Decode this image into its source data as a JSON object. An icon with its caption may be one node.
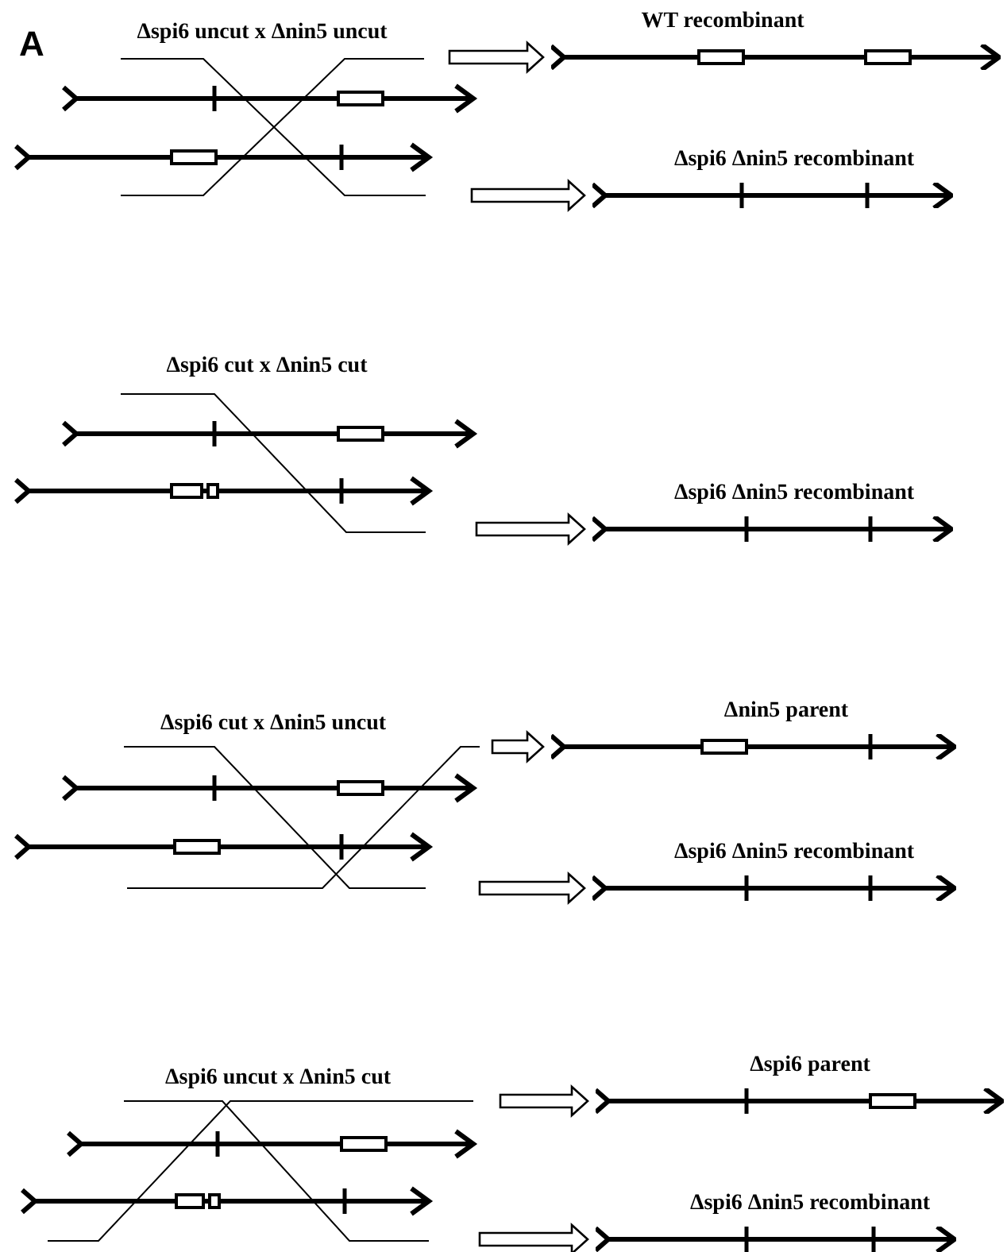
{
  "diagram": {
    "nodes": [
      {
        "text": [
          "WT recombinant"
        ]
      },
      {
        "text": [
          "Δspi6 Δnin5 recombinant"
        ]
      },
      {
        "text": [
          "Δspi6 Δnin5 recombinant"
        ]
      },
      {
        "text": [
          "Δnin5 parent"
        ]
      },
      {
        "text": [
          "Δspi6 Δnin5 recombinant"
        ]
      },
      {
        "text": [
          "Δspi6 parent"
        ]
      },
      {
        "text": [
          "Δspi6 Δnin5 recombinant"
        ]
      }
    ],
    "edges": [
      {
        "from": null,
        "to": 0,
        "arrow": "to",
        "style": "thick"
      },
      {
        "from": null,
        "to": 1,
        "arrow": "to",
        "style": "thick"
      },
      {
        "from": null,
        "to": 2,
        "arrow": "to",
        "style": "thick"
      },
      {
        "from": null,
        "to": 3,
        "arrow": "to",
        "style": "thick"
      },
      {
        "from": null,
        "to": 4,
        "arrow": "to",
        "style": "thick"
      },
      {
        "from": null,
        "to": 5,
        "arrow": "to",
        "style": "thick"
      },
      {
        "from": null,
        "to": 6,
        "arrow": "to",
        "style": "thick"
      }
    ],
    "labels": [
      "A",
      "Δspi6 uncut x Δnin5 uncut",
      "Δspi6 cut x Δnin5 cut",
      "Δspi6 cut x Δnin5 uncut",
      "Δspi6 uncut x Δnin5 cut"
    ]
  }
}
